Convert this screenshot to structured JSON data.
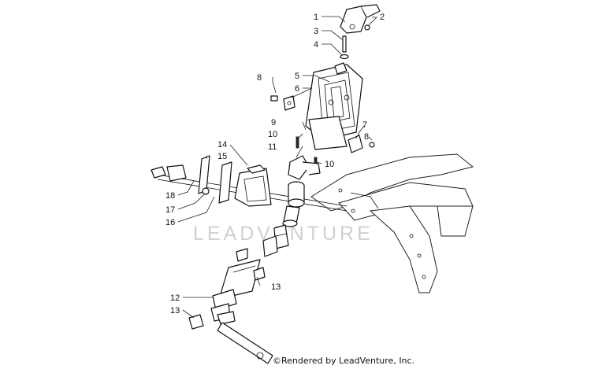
{
  "watermark": "LEADVENTURE",
  "credit": "©Rendered by LeadVenture, Inc.",
  "callouts": [
    {
      "id": "c1",
      "label": "1"
    },
    {
      "id": "c2",
      "label": "2"
    },
    {
      "id": "c3",
      "label": "3"
    },
    {
      "id": "c4",
      "label": "4"
    },
    {
      "id": "c5",
      "label": "5"
    },
    {
      "id": "c6",
      "label": "6"
    },
    {
      "id": "c7",
      "label": "7"
    },
    {
      "id": "c8a",
      "label": "8"
    },
    {
      "id": "c8b",
      "label": "8"
    },
    {
      "id": "c9",
      "label": "9"
    },
    {
      "id": "c10a",
      "label": "10"
    },
    {
      "id": "c10b",
      "label": "10"
    },
    {
      "id": "c11",
      "label": "11"
    },
    {
      "id": "c12",
      "label": "12"
    },
    {
      "id": "c13a",
      "label": "13"
    },
    {
      "id": "c13b",
      "label": "13"
    },
    {
      "id": "c14",
      "label": "14"
    },
    {
      "id": "c15",
      "label": "15"
    },
    {
      "id": "c16",
      "label": "16"
    },
    {
      "id": "c17",
      "label": "17"
    },
    {
      "id": "c18",
      "label": "18"
    }
  ]
}
